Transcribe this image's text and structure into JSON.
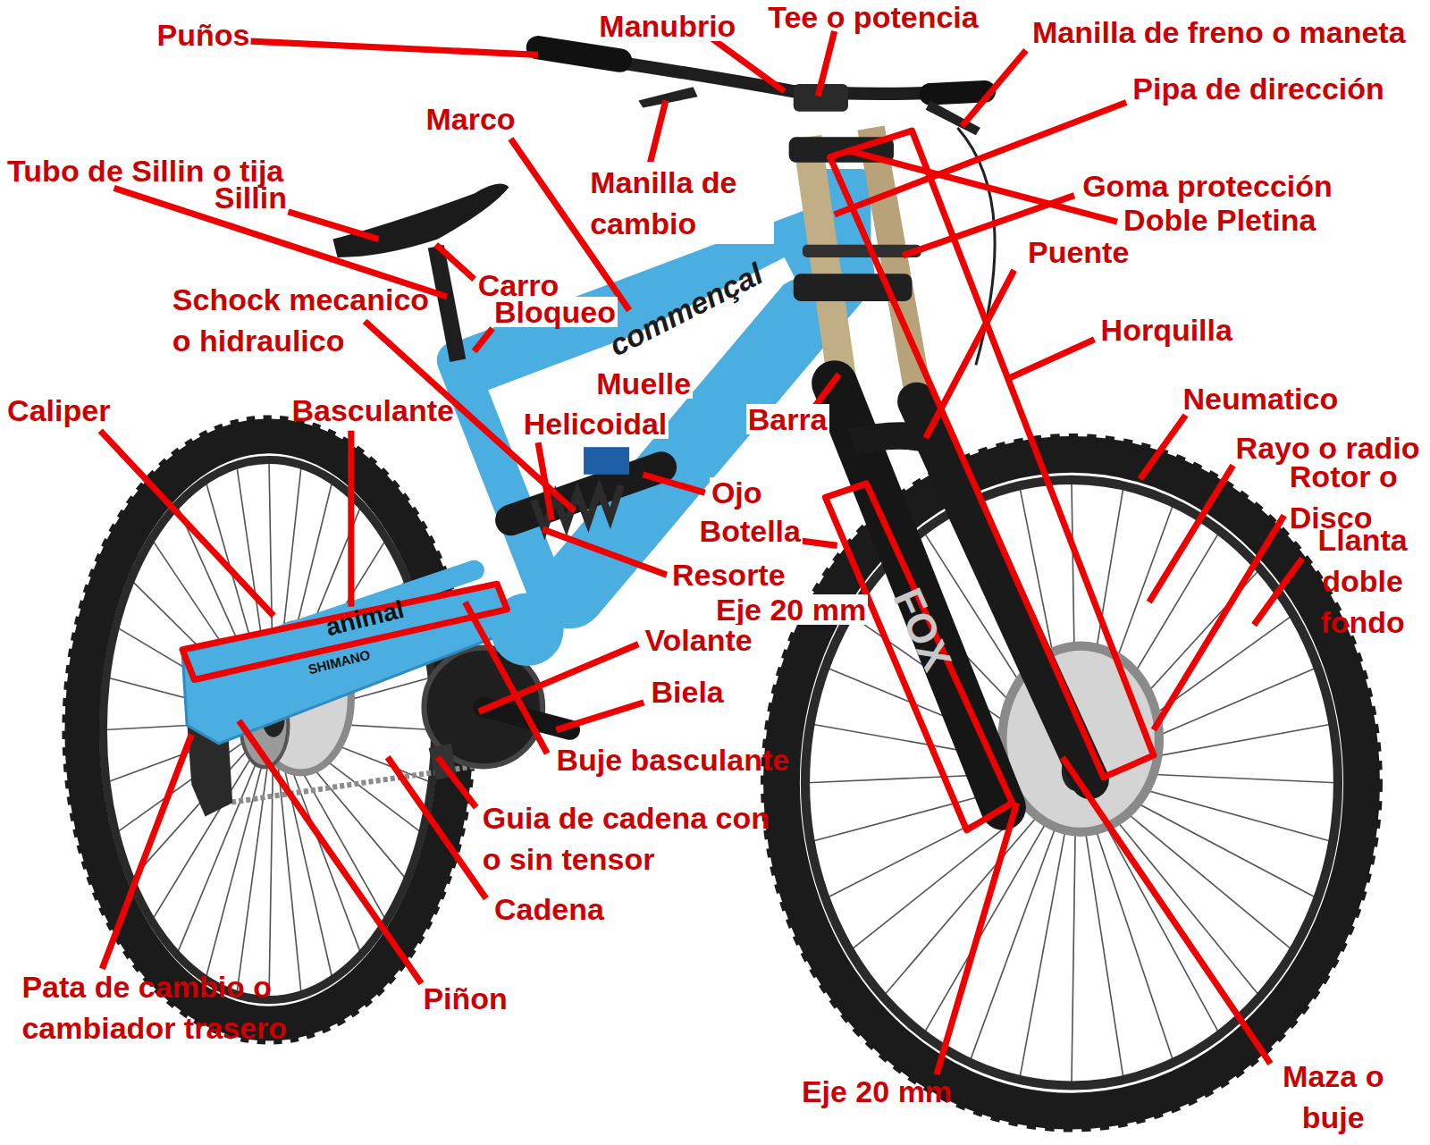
{
  "diagram": {
    "labels": [
      "Puños",
      "Manubrio",
      "Tee o potencia",
      "Manilla de freno o maneta",
      "Pipa de dirección",
      "Marco",
      "Tubo de Sillin o tija",
      "Sillin",
      "Manilla de cambio",
      "Goma protección",
      "Doble Pletina",
      "Puente",
      "Carro",
      "Schock mecanico o hidraulico",
      "Bloqueo",
      "Horquilla",
      "Muelle",
      "Neumatico",
      "Caliper",
      "Basculante",
      "Barra",
      "Helicoidal",
      "Rayo o radio",
      "Rotor o Disco",
      "Ojo",
      "Botella",
      "Llanta doble fondo",
      "Resorte",
      "Eje 20 mm",
      "Volante",
      "Biela",
      "Buje basculante",
      "Guia de cadena con o sin tensor",
      "Cadena",
      "Pata de cambio o cambiador trasero",
      "Piñon",
      "Eje 20 mm",
      "Maza o buje",
      "commençal",
      "animal",
      "SHIMANO",
      "FOX"
    ]
  }
}
